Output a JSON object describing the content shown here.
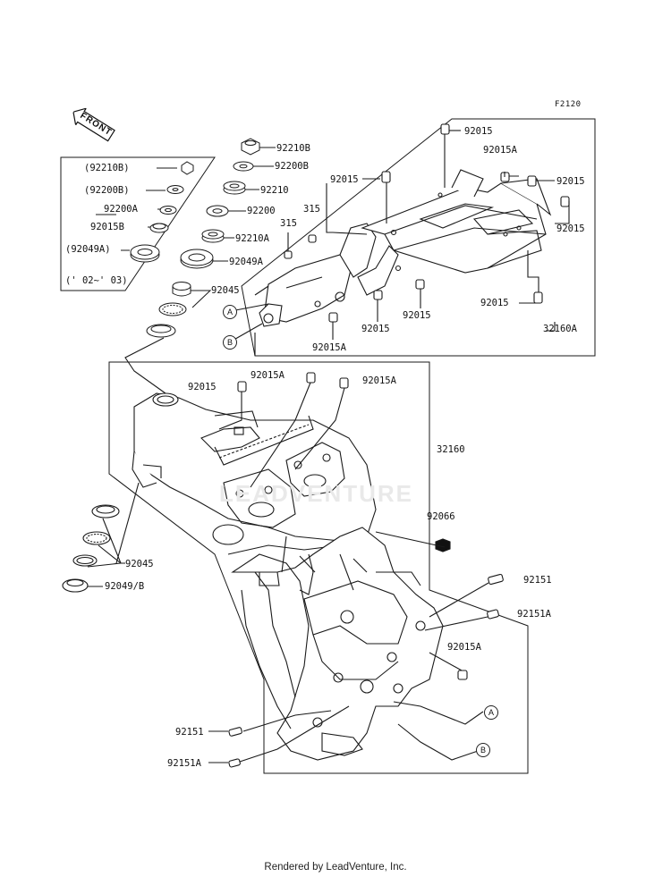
{
  "figure_code": "F2120",
  "watermark": "LEADVENTURE",
  "front_arrow_label": "FRONT",
  "footer": "Rendered by LeadVenture, Inc.",
  "ref_markers": {
    "a": "A",
    "b": "B"
  },
  "inset_note": "(' 02~' 03)",
  "labels": {
    "p92015_t1": "92015",
    "p92015A_t": "92015A",
    "p92015_t2": "92015",
    "p92015_t3": "92015",
    "p92015_t4": "92015",
    "p92015_t5": "92015",
    "p92015_t6": "92015",
    "p92015_t7": "92015",
    "p92015A_t2": "92015A",
    "p32160A": "32160A",
    "p315_a": "315",
    "p315_b": "315",
    "p92210B": "92210B",
    "p92200B": "92200B",
    "p92210": "92210",
    "p92200": "92200",
    "p92210A": "92210A",
    "p92049A": "92049A",
    "p92045_top": "92045",
    "i92210B": "(92210B)",
    "i92200B": "(92200B)",
    "i92200A": "92200A",
    "i92015B": "92015B",
    "i92049A": "(92049A)",
    "m92015A_1": "92015A",
    "m92015": "92015",
    "m92015A_2": "92015A",
    "p32160": "32160",
    "p92066": "92066",
    "p92045_low": "92045",
    "p92049B": "92049/B",
    "p92151_r": "92151",
    "p92151A_r": "92151A",
    "p92015A_r": "92015A",
    "p92151_l": "92151",
    "p92151A_l": "92151A"
  }
}
